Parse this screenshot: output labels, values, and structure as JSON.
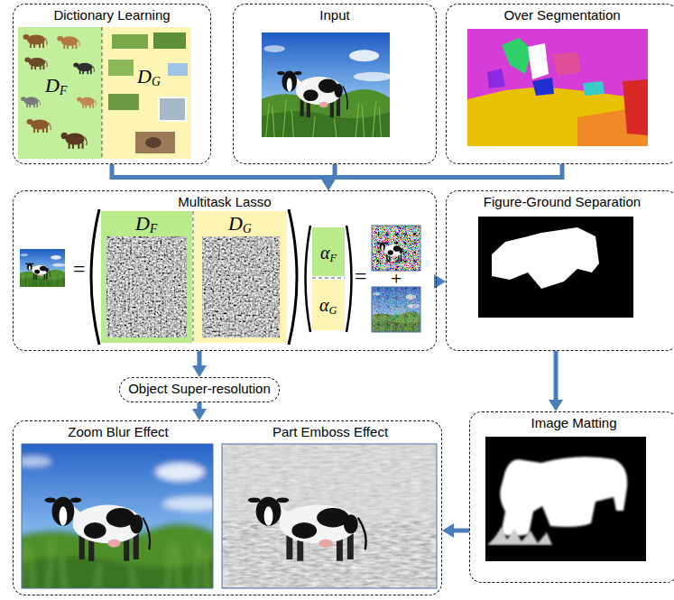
{
  "diagram": {
    "nodes": [
      {
        "text": [
          "Dictionary Learning"
        ]
      },
      {
        "text": [
          "Input"
        ]
      },
      {
        "text": [
          "Over Segmentation"
        ]
      },
      {
        "text": [
          "Multitask Lasso"
        ]
      },
      {
        "text": [
          "Figure-Ground Separation"
        ]
      },
      {
        "text": [
          "Object Super-resolution"
        ]
      },
      {
        "text": [
          "Zoom Blur Effect",
          "Part Emboss Effect"
        ]
      },
      {
        "text": [
          "Image Matting"
        ]
      }
    ],
    "edges": [
      {
        "from": 0,
        "to": 3,
        "arrow": "to"
      },
      {
        "from": 1,
        "to": 3,
        "arrow": "to"
      },
      {
        "from": 2,
        "to": 3,
        "arrow": "to"
      },
      {
        "from": 3,
        "to": 4,
        "arrow": "to"
      },
      {
        "from": 4,
        "to": 7,
        "arrow": "to"
      },
      {
        "from": 7,
        "to": 6,
        "arrow": "to"
      },
      {
        "from": 3,
        "to": 5,
        "arrow": "to"
      },
      {
        "from": 5,
        "to": 6,
        "arrow": "to"
      }
    ],
    "labels": [
      "DF",
      "DG",
      "=",
      "DF",
      "DG",
      "αF",
      "αG",
      "=",
      "+"
    ]
  }
}
